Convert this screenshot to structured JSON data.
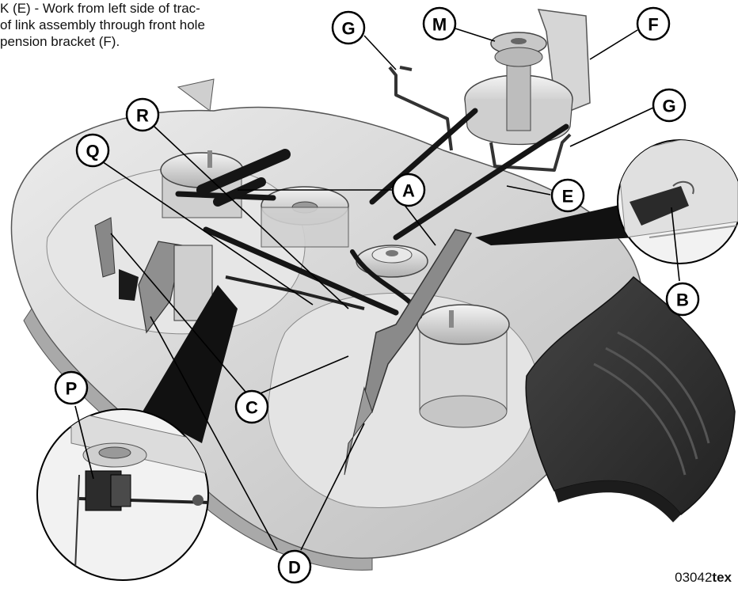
{
  "caption_lines": [
    "K (E) - Work from left side of trac-",
    "of link assembly through front hole",
    "pension bracket (F)."
  ],
  "figure_number": "03042",
  "figure_suffix": "tex",
  "callout_letters": [
    "G",
    "M",
    "F",
    "G",
    "R",
    "Q",
    "A",
    "E",
    "B",
    "C",
    "P",
    "D"
  ],
  "colors": {
    "deck_fill": "#d9d9d9",
    "deck_shadow": "#b9b9b9",
    "belt": "#151515",
    "chute": "#2f2f2f",
    "lead_line": "#000000"
  }
}
